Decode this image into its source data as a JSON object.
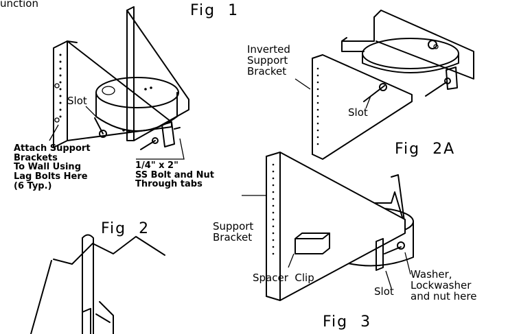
{
  "header_partial": "unction",
  "fig1": "Fig  1",
  "fig2": "Fig  2",
  "fig2a": "Fig  2A",
  "fig3": "Fig  3",
  "labels": {
    "slot_fig2": "Slot",
    "attach": "Attach Support\nBrackets\nTo Wall Using\nLag Bolts Here\n(6 Typ.)",
    "bolt": "1/4\" x 2\"\nSS Bolt and Nut\nThrough tabs",
    "inverted": "Inverted\nSupport\nBracket",
    "slot_fig2a": "Slot",
    "support_bracket": "Support\nBracket",
    "spacer_clip": "Spacer  Clip",
    "slot_fig3": "Slot",
    "washer": "Washer,\nLockwasher\nand nut here"
  }
}
